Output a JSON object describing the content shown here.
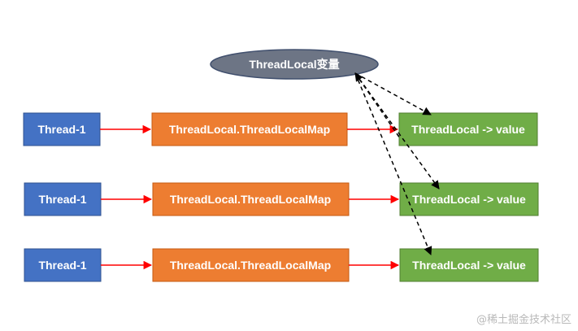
{
  "diagram": {
    "variable": {
      "label": "ThreadLocal变量"
    },
    "rows": [
      {
        "thread": "Thread-1",
        "map": "ThreadLocal.ThreadLocalMap",
        "entry": "ThreadLocal -> value"
      },
      {
        "thread": "Thread-1",
        "map": "ThreadLocal.ThreadLocalMap",
        "entry": "ThreadLocal -> value"
      },
      {
        "thread": "Thread-1",
        "map": "ThreadLocal.ThreadLocalMap",
        "entry": "ThreadLocal -> value"
      }
    ],
    "colors": {
      "thread": "#4472c4",
      "map": "#ed7d31",
      "entry": "#70ad47",
      "ellipse": "#6d7585",
      "solid_arrow": "#ff0000",
      "dashed_arrow": "#000000"
    }
  },
  "watermark": "@稀土掘金技术社区"
}
